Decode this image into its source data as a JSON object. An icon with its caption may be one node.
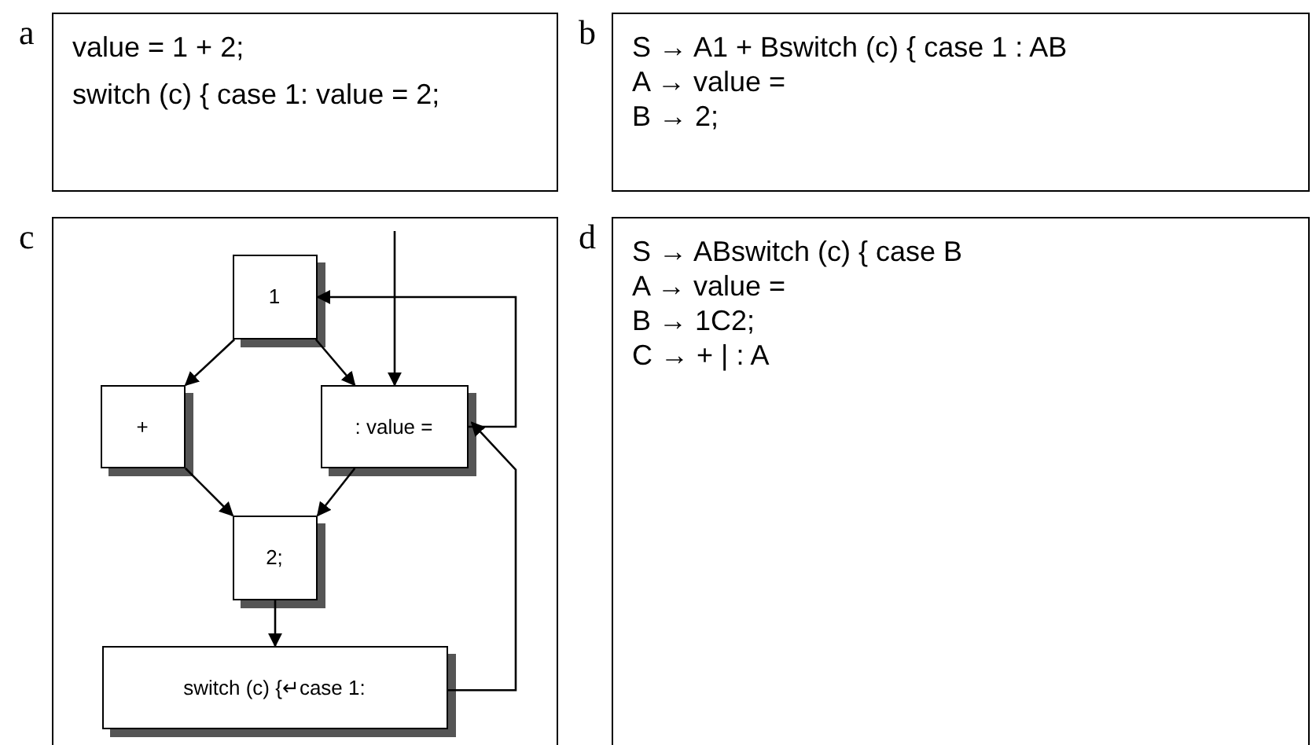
{
  "diagram": {
    "nodes": [
      {
        "text": [
          "value = 1 + 2;",
          "switch (c) { case 1: value = 2;"
        ],
        "beside": [
          "a"
        ]
      },
      {
        "text": [
          "S → A1 + Bswitch (c) { case 1 : AB",
          "A → value =",
          "B → 2;"
        ],
        "beside": [
          "b"
        ]
      },
      {
        "text": [],
        "shape": "box",
        "beside": [
          "c"
        ]
      },
      {
        "text": [
          "1"
        ],
        "in": 2
      },
      {
        "text": [
          "+"
        ],
        "in": 2
      },
      {
        "text": [
          ": value ="
        ],
        "in": 2
      },
      {
        "text": [
          "2;"
        ],
        "in": 2
      },
      {
        "text": [
          "switch (c) {↵case 1:"
        ],
        "in": 2
      },
      {
        "text": [
          "S → ABswitch (c) { case B",
          "A → value =",
          "B → 1C2;",
          "C → + | : A"
        ],
        "beside": [
          "d"
        ]
      }
    ],
    "edges": [
      {
        "from": null,
        "to": 5,
        "arrow": "to"
      },
      {
        "from": 3,
        "to": 4,
        "arrow": "to"
      },
      {
        "from": 3,
        "to": 5,
        "arrow": "to"
      },
      {
        "from": 4,
        "to": 6,
        "arrow": "to"
      },
      {
        "from": 5,
        "to": 6,
        "arrow": "to"
      },
      {
        "from": 6,
        "to": 7,
        "arrow": "to"
      },
      {
        "from": 7,
        "to": 5,
        "arrow": "to"
      },
      {
        "from": 5,
        "to": 3,
        "arrow": "to"
      }
    ]
  }
}
